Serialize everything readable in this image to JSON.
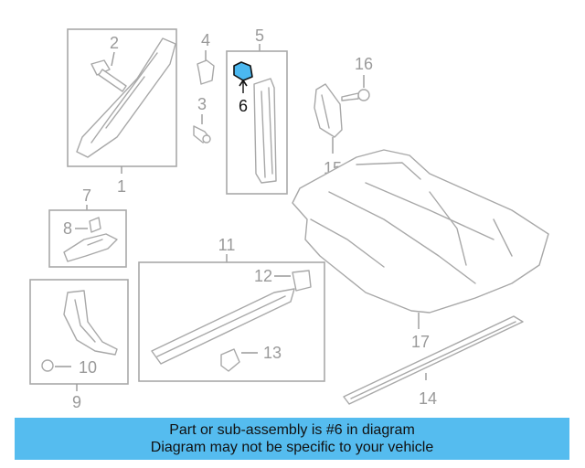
{
  "callouts": {
    "c1": "1",
    "c2": "2",
    "c3": "3",
    "c4": "4",
    "c5": "5",
    "c6": "6",
    "c7": "7",
    "c8": "8",
    "c9": "9",
    "c10": "10",
    "c11": "11",
    "c12": "12",
    "c13": "13",
    "c14": "14",
    "c15": "15",
    "c16": "16",
    "c17": "17"
  },
  "highlight": {
    "part": "6",
    "color": "#4bb8f0"
  },
  "banner": {
    "line1": "Part or sub-assembly is #6 in diagram",
    "line2": "Diagram may not be specific to your vehicle",
    "color": "#55bcef"
  }
}
